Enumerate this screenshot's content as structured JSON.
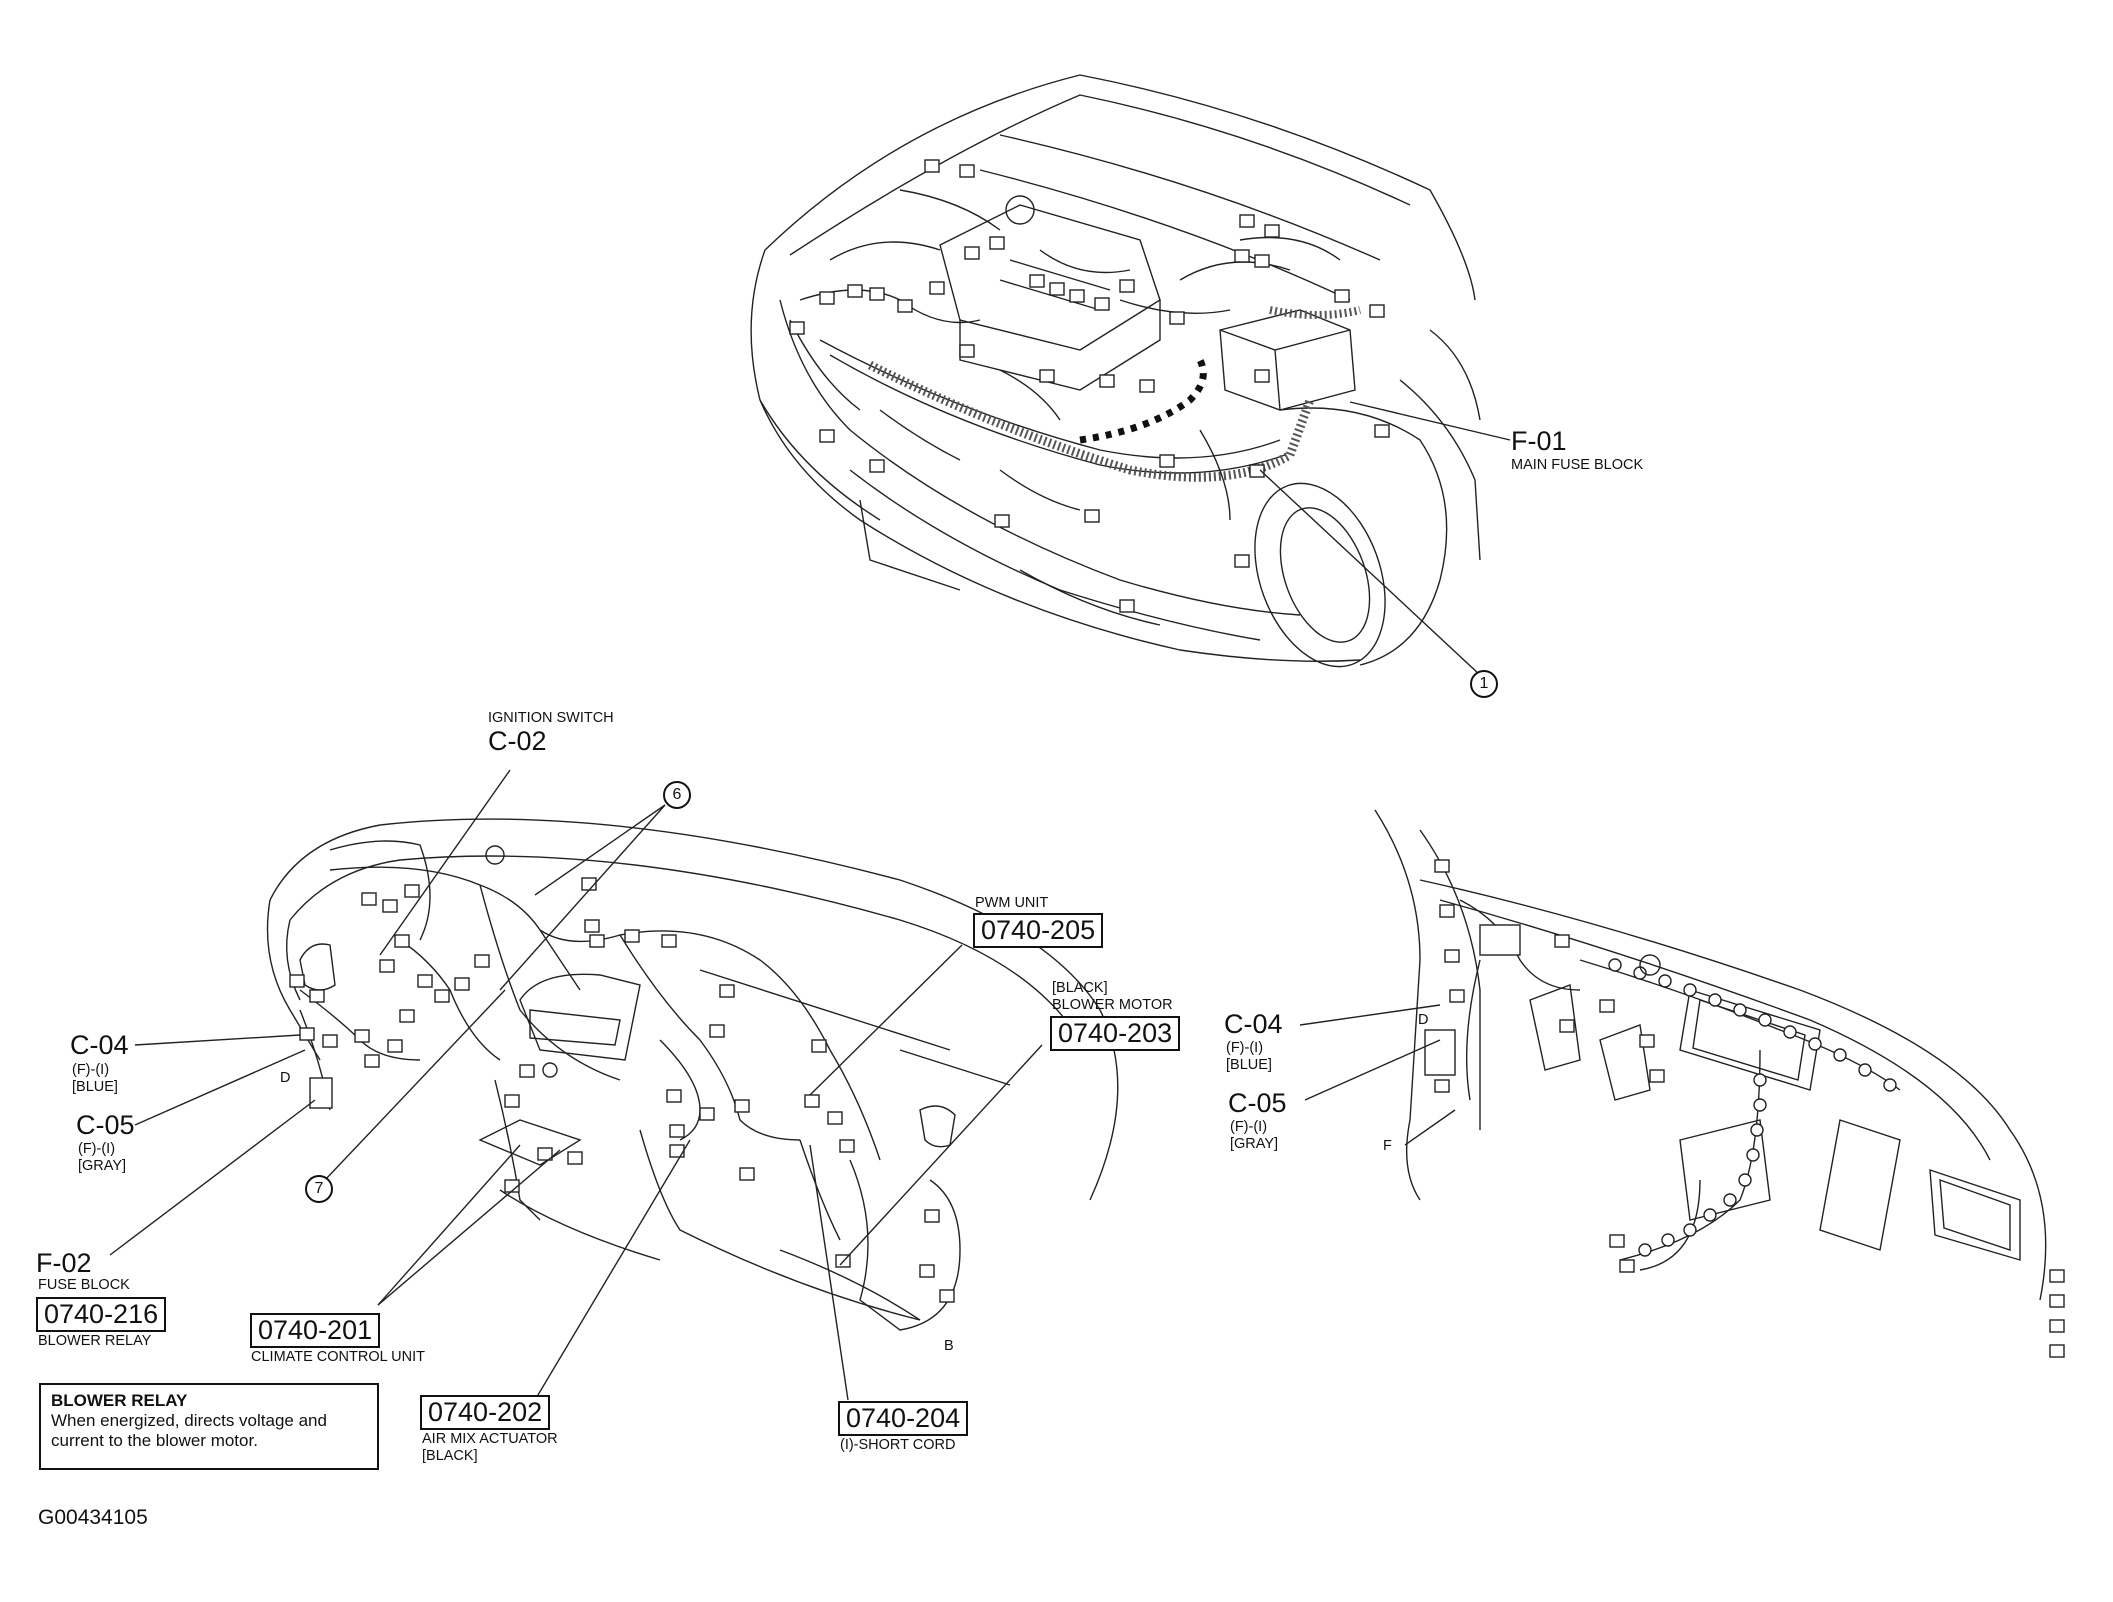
{
  "top_view": {
    "f01": {
      "code": "F-01",
      "desc": "MAIN FUSE BLOCK"
    },
    "callout_1": "1"
  },
  "left_view": {
    "ignition": {
      "desc": "IGNITION SWITCH",
      "code": "C-02"
    },
    "callout_6": "6",
    "callout_7": "7",
    "pwm": {
      "desc": "PWM UNIT",
      "code": "0740-205"
    },
    "blower_motor": {
      "color": "[BLACK]",
      "desc": "BLOWER MOTOR",
      "code": "0740-203"
    },
    "c04": {
      "code": "C-04",
      "sub": "(F)-(I)",
      "color": "[BLUE]"
    },
    "c05": {
      "code": "C-05",
      "sub": "(F)-(I)",
      "color": "[GRAY]"
    },
    "f02": {
      "code": "F-02",
      "desc": "FUSE BLOCK"
    },
    "blower_relay": {
      "code": "0740-216",
      "desc": "BLOWER RELAY"
    },
    "climate": {
      "code": "0740-201",
      "desc": "CLIMATE CONTROL UNIT"
    },
    "air_mix": {
      "code": "0740-202",
      "desc": "AIR MIX ACTUATOR",
      "color": "[BLACK]"
    },
    "short_cord": {
      "code": "0740-204",
      "desc": "(I)-SHORT CORD"
    },
    "letter_d": "D",
    "letter_b": "B"
  },
  "right_view": {
    "c04": {
      "code": "C-04",
      "sub": "(F)-(I)",
      "color": "[BLUE]"
    },
    "c05": {
      "code": "C-05",
      "sub": "(F)-(I)",
      "color": "[GRAY]"
    },
    "letter_d": "D",
    "letter_f": "F"
  },
  "note": {
    "title": "BLOWER RELAY",
    "body": "When energized, directs voltage and current to the blower motor."
  },
  "figure_id": "G00434105"
}
